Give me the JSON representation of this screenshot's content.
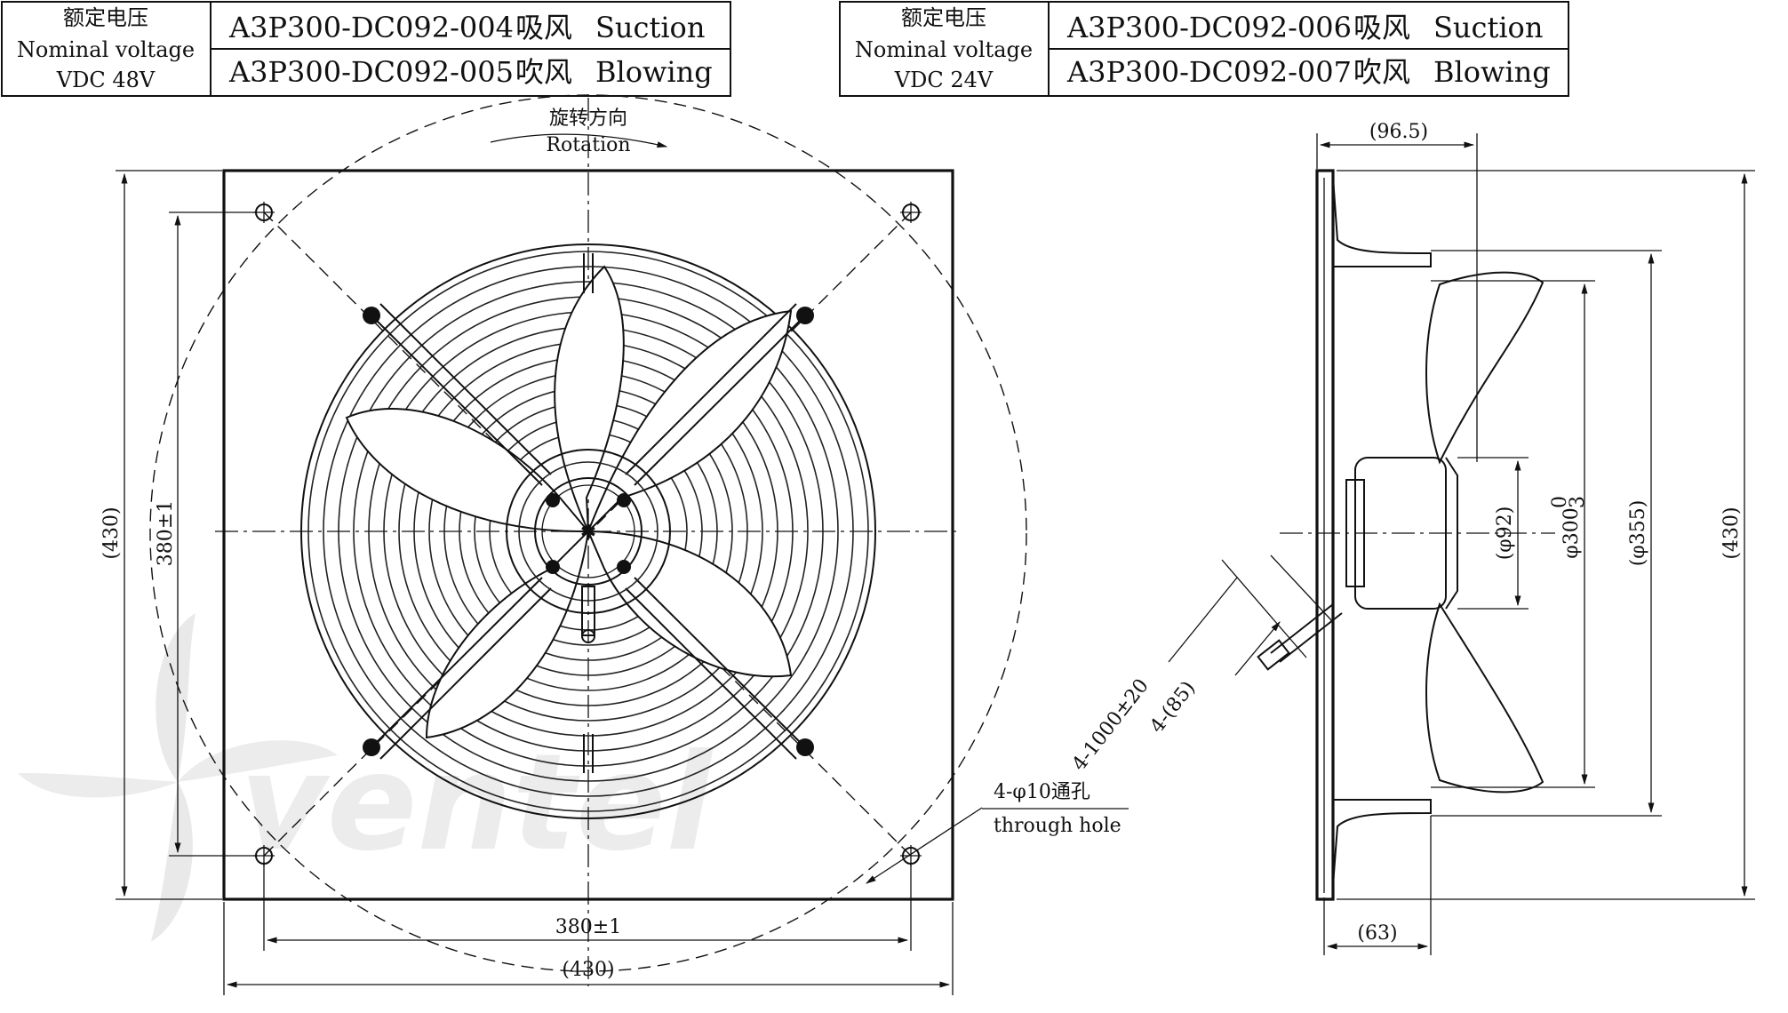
{
  "tables": [
    {
      "voltage_cn": "额定电压",
      "voltage_en": "Nominal voltage",
      "voltage_value": "VDC 48V",
      "rows": [
        {
          "model": "A3P300-DC092-004",
          "mode_cn": "吸风",
          "mode_en": "Suction"
        },
        {
          "model": "A3P300-DC092-005",
          "mode_cn": "吹风",
          "mode_en": "Blowing"
        }
      ]
    },
    {
      "voltage_cn": "额定电压",
      "voltage_en": "Nominal voltage",
      "voltage_value": "VDC 24V",
      "rows": [
        {
          "model": "A3P300-DC092-006",
          "mode_cn": "吸风",
          "mode_en": "Suction"
        },
        {
          "model": "A3P300-DC092-007",
          "mode_cn": "吹风",
          "mode_en": "Blowing"
        }
      ]
    }
  ],
  "front_view": {
    "rotation_cn": "旋转方向",
    "rotation_en": "Rotation",
    "dim_height_total": "(430)",
    "dim_height_holes": "380±1",
    "dim_width_holes": "380±1",
    "dim_width_total": "(430)",
    "hole_note_cn": "4-φ10通孔",
    "hole_note_en": "through hole"
  },
  "side_view": {
    "dim_depth_total": "(96.5)",
    "dim_depth_flange": "(63)",
    "dim_hub": "(φ92)",
    "dim_ring": "φ300",
    "dim_ring_tol_upper": "0",
    "dim_ring_tol_lower": "3",
    "dim_guard": "(φ355)",
    "dim_height_total": "(430)",
    "cable_length": "4-1000±20",
    "cable_strip": "4-(85)"
  },
  "watermark": "ventel"
}
